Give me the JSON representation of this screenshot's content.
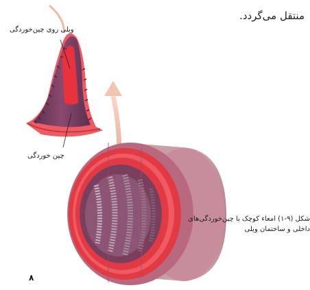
{
  "page": {
    "top_text": "منتقل می‌گردد.",
    "label_villi_on_fold": "ویلی روی چین‌خوردگی",
    "label_fold": "چین خوردگی",
    "caption_line1": "شکل (۹-۱) امعاء کوچک با چین‌خوردگی‌های",
    "caption_line2": "داخلی و ساختمان ویلی",
    "page_number": "۸"
  },
  "colors": {
    "outer_wall": "#c99aa6",
    "muscle_red": "#e23a44",
    "lining_purple": "#7b3f5e",
    "arrow_peach": "#f2b9a3"
  }
}
